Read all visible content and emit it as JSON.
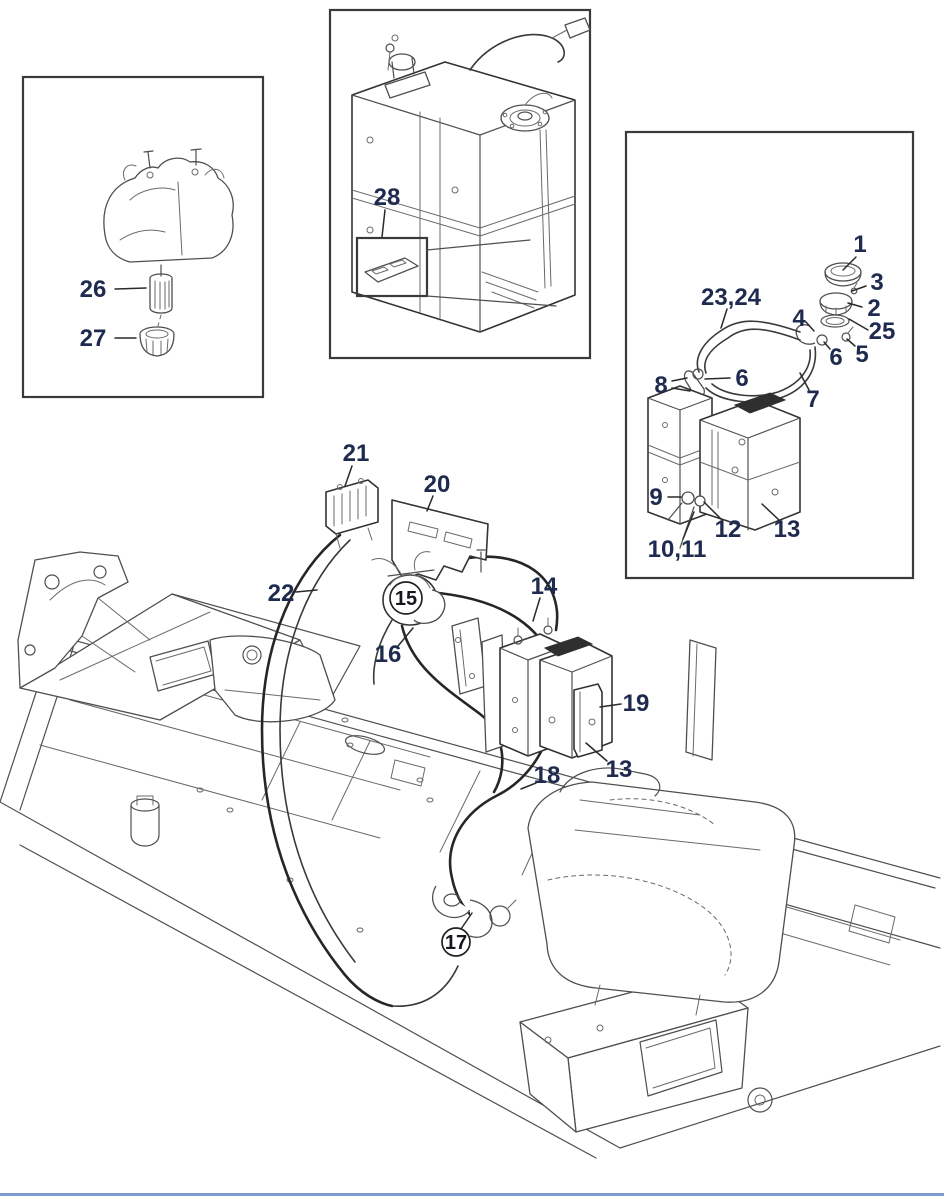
{
  "figure": {
    "kind": "exploded-parts-diagram",
    "subject": "Fuel tank, fuel lines and filter installation on mower chassis",
    "colors": {
      "label": "#1e2a4e",
      "line": "#4f4f4f",
      "leader": "#2a2a2a",
      "inset_border": "#3a3a3a",
      "bottom_rule": "#7b9bd2"
    }
  },
  "callouts": {
    "c1": {
      "label": "1"
    },
    "c2": {
      "label": "2"
    },
    "c3": {
      "label": "3"
    },
    "c4": {
      "label": "4"
    },
    "c5": {
      "label": "5"
    },
    "c6a": {
      "label": "6"
    },
    "c6b": {
      "label": "6"
    },
    "c7": {
      "label": "7"
    },
    "c8": {
      "label": "8"
    },
    "c9": {
      "label": "9"
    },
    "c10_11": {
      "label": "10,11"
    },
    "c12": {
      "label": "12"
    },
    "c13a": {
      "label": "13"
    },
    "c13b": {
      "label": "13"
    },
    "c14": {
      "label": "14"
    },
    "c15": {
      "label": "15"
    },
    "c16": {
      "label": "16"
    },
    "c17": {
      "label": "17"
    },
    "c18": {
      "label": "18"
    },
    "c19": {
      "label": "19"
    },
    "c20": {
      "label": "20"
    },
    "c21": {
      "label": "21"
    },
    "c22": {
      "label": "22"
    },
    "c23_24": {
      "label": "23,24"
    },
    "c25": {
      "label": "25"
    },
    "c26": {
      "label": "26"
    },
    "c27": {
      "label": "27"
    },
    "c28": {
      "label": "28"
    }
  }
}
